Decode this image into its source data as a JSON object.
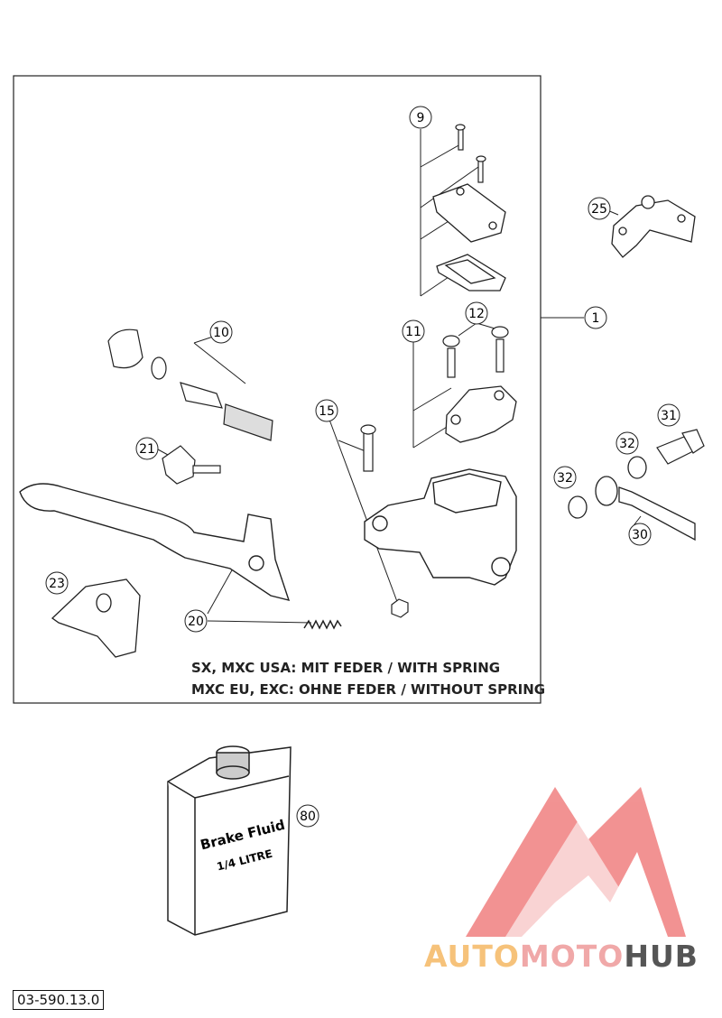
{
  "callouts": [
    {
      "id": "c1",
      "label": "1"
    },
    {
      "id": "c9",
      "label": "9"
    },
    {
      "id": "c10",
      "label": "10"
    },
    {
      "id": "c11",
      "label": "11"
    },
    {
      "id": "c12",
      "label": "12"
    },
    {
      "id": "c15",
      "label": "15"
    },
    {
      "id": "c20",
      "label": "20"
    },
    {
      "id": "c21",
      "label": "21"
    },
    {
      "id": "c23",
      "label": "23"
    },
    {
      "id": "c25",
      "label": "25"
    },
    {
      "id": "c30",
      "label": "30"
    },
    {
      "id": "c31",
      "label": "31"
    },
    {
      "id": "c32a",
      "label": "32"
    },
    {
      "id": "c32b",
      "label": "32"
    },
    {
      "id": "c80",
      "label": "80"
    }
  ],
  "notes": {
    "line1": "SX, MXC USA: MIT FEDER / WITH SPRING",
    "line2": "MXC EU, EXC: OHNE FEDER / WITHOUT SPRING"
  },
  "bottle": {
    "line1": "Brake Fluid",
    "line2": "1/4 LITRE"
  },
  "doc_code": "03-590.13.0",
  "watermark": {
    "part1": "AUTO",
    "part2": "MOTO",
    "part3": "HUB"
  },
  "colors": {
    "watermark_red": "#f08080",
    "watermark_orange": "#f6c27a",
    "watermark_gray": "#555555"
  }
}
